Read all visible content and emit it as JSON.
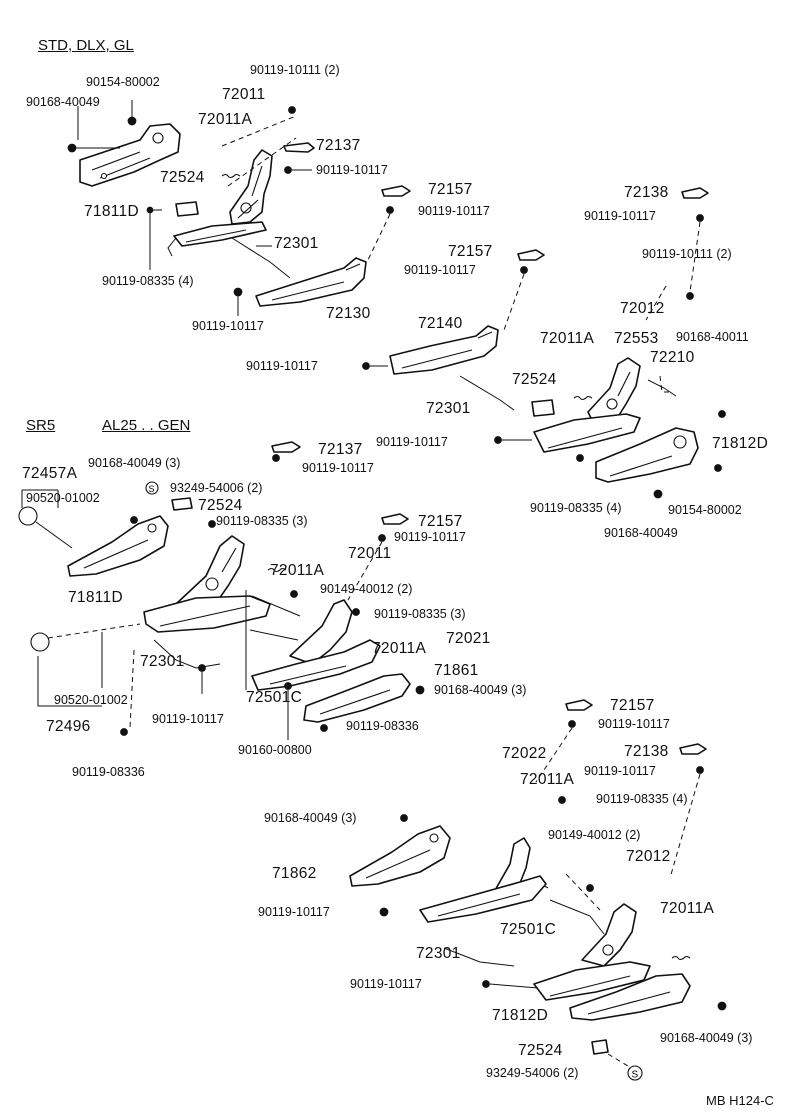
{
  "sections": {
    "top": "STD, DLX, GL",
    "sr5": "SR5",
    "al25": "AL25 . . GEN"
  },
  "labels": {
    "p90154_80002_a": "90154-80002",
    "p90168_40049_a": "90168-40049",
    "p90119_10111_2_a": "90119-10111 (2)",
    "p72011_a": "72011",
    "p72011A_a": "72011A",
    "p72137_a": "72137",
    "p90119_10117_a": "90119-10117",
    "p72524_a": "72524",
    "p72157_a": "72157",
    "p90119_10117_b": "90119-10117",
    "p71811D_a": "71811D",
    "p72301_a": "72301",
    "p90119_08335_4_a": "90119-08335 (4)",
    "p90119_10117_c": "90119-10117",
    "p72130": "72130",
    "p72157_b": "72157",
    "p90119_10117_d": "90119-10117",
    "p72138_a": "72138",
    "p90119_10117_e": "90119-10117",
    "p90119_10111_2_b": "90119-10111 (2)",
    "p72012_a": "72012",
    "p72140": "72140",
    "p72011A_b": "72011A",
    "p72553": "72553",
    "p90168_40011": "90168-40011",
    "p72210": "72210",
    "p90119_10117_f": "90119-10117",
    "p72524_b": "72524",
    "p72301_b": "72301",
    "p90119_10117_g": "90119-10117",
    "p71812D_a": "71812D",
    "p90119_08335_4_b": "90119-08335 (4)",
    "p90154_80002_b": "90154-80002",
    "p90168_40049_b": "90168-40049",
    "p72137_b": "72137",
    "p90119_10117_h": "90119-10117",
    "p72457A": "72457A",
    "p90168_40049_3_a": "90168-40049 (3)",
    "p93249_54006_2_a": "93249-54006 (2)",
    "p90520_01002_a": "90520-01002",
    "p72524_c": "72524",
    "p90119_08335_3_a": "90119-08335 (3)",
    "p72157_c": "72157",
    "p90119_10117_i": "90119-10117",
    "p72011A_c": "72011A",
    "p72011_b": "72011",
    "p71811D_b": "71811D",
    "p90149_40012_2_a": "90149-40012 (2)",
    "p90119_08335_3_b": "90119-08335 (3)",
    "p72021": "72021",
    "p72011A_d": "72011A",
    "p72301_c": "72301",
    "p71861": "71861",
    "p72501C_a": "72501C",
    "p90168_40049_3_b": "90168-40049 (3)",
    "p90520_01002_b": "90520-01002",
    "p90119_10117_j": "90119-10117",
    "p90119_08336_a": "90119-08336",
    "p72496": "72496",
    "p90160_00800": "90160-00800",
    "p90119_08336_b": "90119-08336",
    "p72157_d": "72157",
    "p90119_10117_k": "90119-10117",
    "p72022": "72022",
    "p72011A_e": "72011A",
    "p72138_b": "72138",
    "p90119_10117_l": "90119-10117",
    "p90119_08335_4_c": "90119-08335 (4)",
    "p90168_40049_3_c": "90168-40049 (3)",
    "p90149_40012_2_b": "90149-40012 (2)",
    "p72012_b": "72012",
    "p71862": "71862",
    "p72011A_f": "72011A",
    "p90119_10117_m": "90119-10117",
    "p72501C_b": "72501C",
    "p72301_d": "72301",
    "p90119_10117_n": "90119-10117",
    "p71812D_b": "71812D",
    "p90168_40049_3_d": "90168-40049 (3)",
    "p72524_d": "72524",
    "p93249_54006_2_b": "93249-54006 (2)"
  },
  "markers": {
    "s1": "S",
    "s2": "S"
  },
  "code": "MB H124-C"
}
